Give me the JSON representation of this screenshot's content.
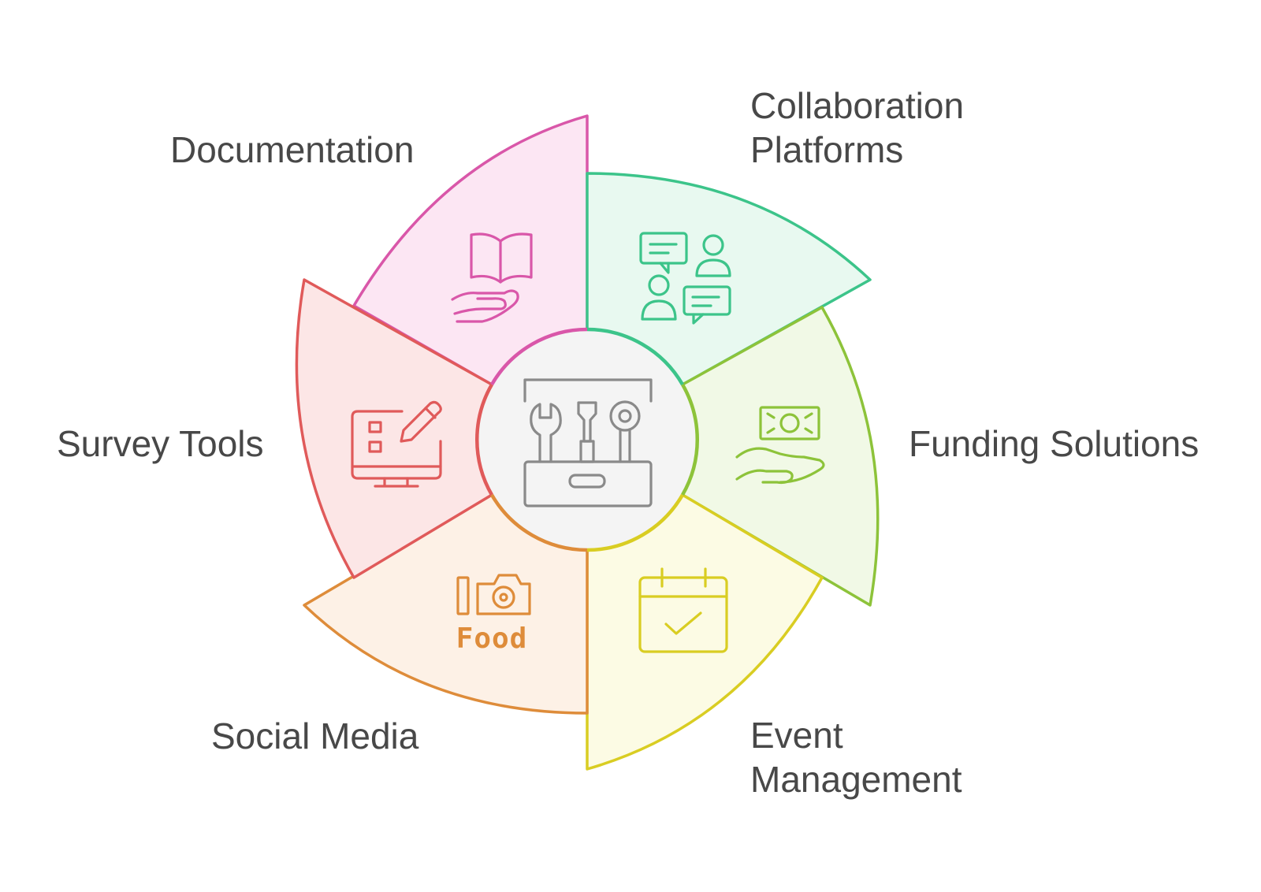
{
  "segments": [
    {
      "key": "documentation",
      "lines": [
        "Documentation"
      ],
      "icon": "book-in-hand-icon",
      "stroke": "#D957A9",
      "fill": "#FCE6F3"
    },
    {
      "key": "collaboration",
      "lines": [
        "Collaboration",
        "Platforms"
      ],
      "icon": "people-chat-icon",
      "stroke": "#3CC48A",
      "fill": "#E8F9F0"
    },
    {
      "key": "funding",
      "lines": [
        "Funding Solutions"
      ],
      "icon": "money-in-hand-icon",
      "stroke": "#8DC33A",
      "fill": "#F1F9E6"
    },
    {
      "key": "event",
      "lines": [
        "Event",
        "Management"
      ],
      "icon": "calendar-check-icon",
      "stroke": "#D9CD22",
      "fill": "#FCFBE4"
    },
    {
      "key": "social",
      "lines": [
        "Social Media"
      ],
      "icon": "camera-food-icon",
      "stroke": "#DE8C3A",
      "fill": "#FDF1E6"
    },
    {
      "key": "survey",
      "lines": [
        "Survey Tools"
      ],
      "icon": "monitor-form-pencil-icon",
      "stroke": "#E05A5A",
      "fill": "#FCE6E6"
    }
  ],
  "center": {
    "icon": "toolbox-icon",
    "stroke": "#8A8A8A",
    "fill": "#F4F4F4"
  },
  "icon_text": {
    "social_food": "Food"
  }
}
